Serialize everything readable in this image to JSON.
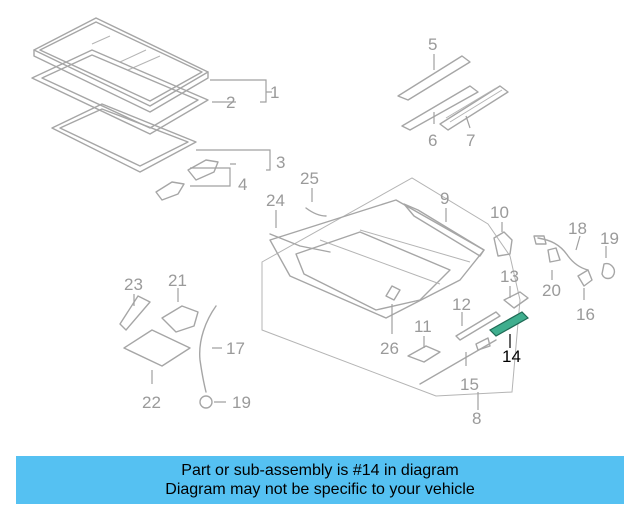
{
  "diagram": {
    "callouts": {
      "c1": "1",
      "c2": "2",
      "c3": "3",
      "c4": "4",
      "c5": "5",
      "c6": "6",
      "c7": "7",
      "c8": "8",
      "c9": "9",
      "c10": "10",
      "c11": "11",
      "c12": "12",
      "c13": "13",
      "c14": "14",
      "c15": "15",
      "c16": "16",
      "c17": "17",
      "c18": "18",
      "c19a": "19",
      "c19b": "19",
      "c20": "20",
      "c21": "21",
      "c22": "22",
      "c23": "23",
      "c24": "24",
      "c25": "25",
      "c26": "26"
    },
    "highlighted_part": "14",
    "colors": {
      "line": "#a6a6a6",
      "highlight": "#3fae8e",
      "banner": "#55c1f2"
    }
  },
  "banner": {
    "line1": "Part or sub-assembly is #14 in diagram",
    "line2": "Diagram may not be specific to your vehicle"
  }
}
